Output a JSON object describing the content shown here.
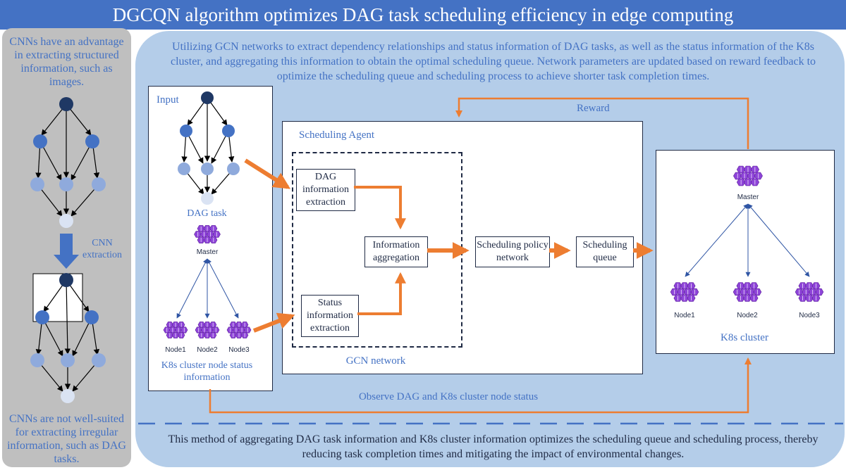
{
  "title": "DGCQN algorithm optimizes DAG task scheduling efficiency in edge computing",
  "left_panel": {
    "top_text": "CNNs have an advantage in extracting structured information, such as images.",
    "arrow_label": "CNN extraction",
    "bottom_text": "CNNs are not well-suited for extracting irregular information, such as DAG tasks."
  },
  "top_description": "Utilizing GCN networks to extract dependency relationships and status information of DAG tasks, as well as the status information of the K8s cluster, and aggregating this information to obtain the optimal scheduling queue. Network parameters are updated based on reward feedback to optimize the scheduling queue and scheduling process to achieve shorter task completion times.",
  "input_panel": {
    "label": "Input",
    "dag_label": "DAG task",
    "master_label": "Master",
    "nodes": [
      "Node1",
      "Node2",
      "Node3"
    ],
    "k8s_label": "K8s cluster node status information"
  },
  "agent": {
    "label": "Scheduling Agent",
    "gcn_label": "GCN network",
    "dag_extraction": "DAG information extraction",
    "status_extraction": "Status information extraction",
    "aggregation": "Information aggregation",
    "policy_network": "Scheduling policy network",
    "queue": "Scheduling queue"
  },
  "reward_label": "Reward",
  "observe_label": "Observe DAG and K8s cluster node status",
  "k8s_cluster": {
    "master_label": "Master",
    "nodes": [
      "Node1",
      "Node2",
      "Node3"
    ],
    "label": "K8s cluster"
  },
  "bottom_description": "This method of aggregating DAG task information and K8s cluster information optimizes the scheduling queue and scheduling process, thereby reducing task completion times and mitigating the impact of environmental changes.",
  "colors": {
    "title_bar": "#4472c4",
    "main_panel": "#b4cde9",
    "left_panel": "#bfbfbf",
    "accent_arrow": "#ed7d31",
    "dag_dark": "#1f3864",
    "dag_mid": "#4472c4",
    "dag_light": "#8faadc",
    "dag_pale": "#dae3f3",
    "k8s_purple": "#8e44d8"
  }
}
